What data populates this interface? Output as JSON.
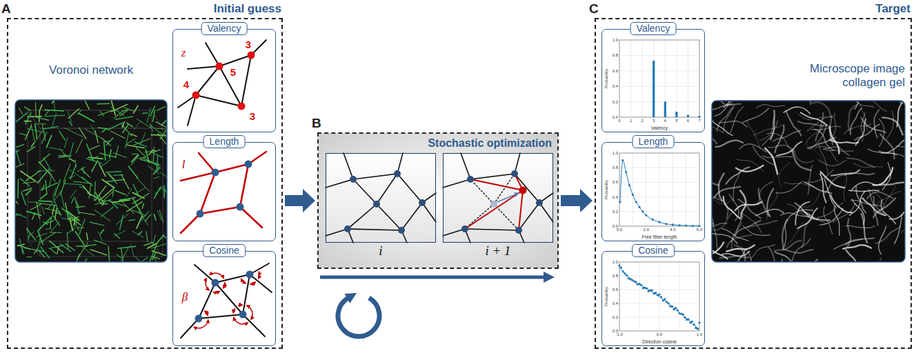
{
  "diagram": {
    "nodes": [
      {
        "text": [
          "A",
          "Initial guess"
        ]
      },
      {
        "text": [
          "Voronoi network"
        ],
        "in": 0
      },
      {
        "text": [
          "Valency"
        ],
        "in": 0
      },
      {
        "text": [
          "Length"
        ],
        "in": 0
      },
      {
        "text": [
          "Cosine"
        ],
        "in": 0
      },
      {
        "text": [
          "B",
          "Stochastic optimization"
        ]
      },
      {
        "text": [
          "i"
        ],
        "in": 5
      },
      {
        "text": [
          "i + 1"
        ],
        "in": 5
      },
      {
        "text": [
          "C",
          "Target"
        ]
      },
      {
        "text": [
          "Valency"
        ],
        "in": 8
      },
      {
        "text": [
          "Length"
        ],
        "in": 8
      },
      {
        "text": [
          "Cosine"
        ],
        "in": 8
      },
      {
        "text": [
          "Microscope image collagen gel"
        ],
        "in": 8
      }
    ],
    "edges": [
      {
        "from": 0,
        "to": 5,
        "arrow": "to"
      },
      {
        "from": 5,
        "to": 8,
        "arrow": "to"
      }
    ],
    "labels": [
      "z",
      "5",
      "3",
      "4",
      "3",
      "l",
      "β",
      "Probability",
      "0.0",
      "0.2",
      "0.4",
      "0.6",
      "0.8",
      "1.0",
      "0",
      "1",
      "2",
      "3",
      "4",
      "5",
      "6",
      "7",
      "Valency",
      "Probability",
      "0.0",
      "0.2",
      "0.4",
      "0.6",
      "0.8",
      "1.0",
      "0.0",
      "2.0",
      "4.0",
      "6.0",
      "Free fiber length",
      "Probability",
      "0.0",
      "0.2",
      "0.4",
      "0.6",
      "0.8",
      "1.0",
      "-1.0",
      "0.0",
      "1.0",
      "Direction cosine"
    ]
  }
}
